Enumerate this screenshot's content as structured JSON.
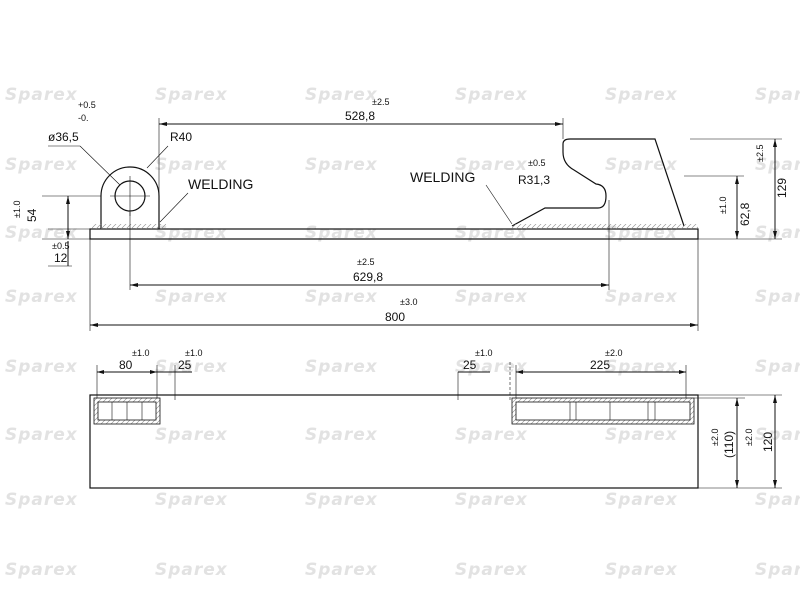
{
  "watermark": "Sparex",
  "watermark_rows": [
    100,
    170,
    238,
    302,
    372,
    440,
    505,
    575
  ],
  "watermark_cols": [
    5,
    155,
    305,
    455,
    605,
    755
  ],
  "colors": {
    "line": "#111111",
    "watermark": "#e2e2e2",
    "weld": "#888888"
  },
  "side_view": {
    "welding_left": "WELDING",
    "welding_right": "WELDING",
    "dia_label": "ø36,5",
    "dia_tol_plus": "+0.5",
    "dia_tol_minus": "-0.",
    "radius_left": "R40",
    "radius_right": "R31,3",
    "radius_right_tol": "±0.5",
    "dim_top": "528,8",
    "dim_top_tol": "±2.5",
    "dim_mid": "629,8",
    "dim_mid_tol": "±2.5",
    "dim_total": "800",
    "dim_total_tol": "±3.0",
    "dim_height_left": "54",
    "dim_height_left_tol": "±1.0",
    "dim_thickness": "12",
    "dim_thickness_tol": "±0.5",
    "dim_height_right": "62,8",
    "dim_height_right_tol": "±1.0",
    "dim_height_total": "129",
    "dim_height_total_tol": "±2.5"
  },
  "top_view": {
    "dim_a": "80",
    "dim_a_tol": "±1.0",
    "dim_b": "25",
    "dim_b_tol": "±1.0",
    "dim_c": "25",
    "dim_c_tol": "±1.0",
    "dim_d": "225",
    "dim_d_tol": "±2.0",
    "dim_inner": "(110)",
    "dim_inner_tol": "±2.0",
    "dim_width": "120",
    "dim_width_tol": "±2.0"
  }
}
